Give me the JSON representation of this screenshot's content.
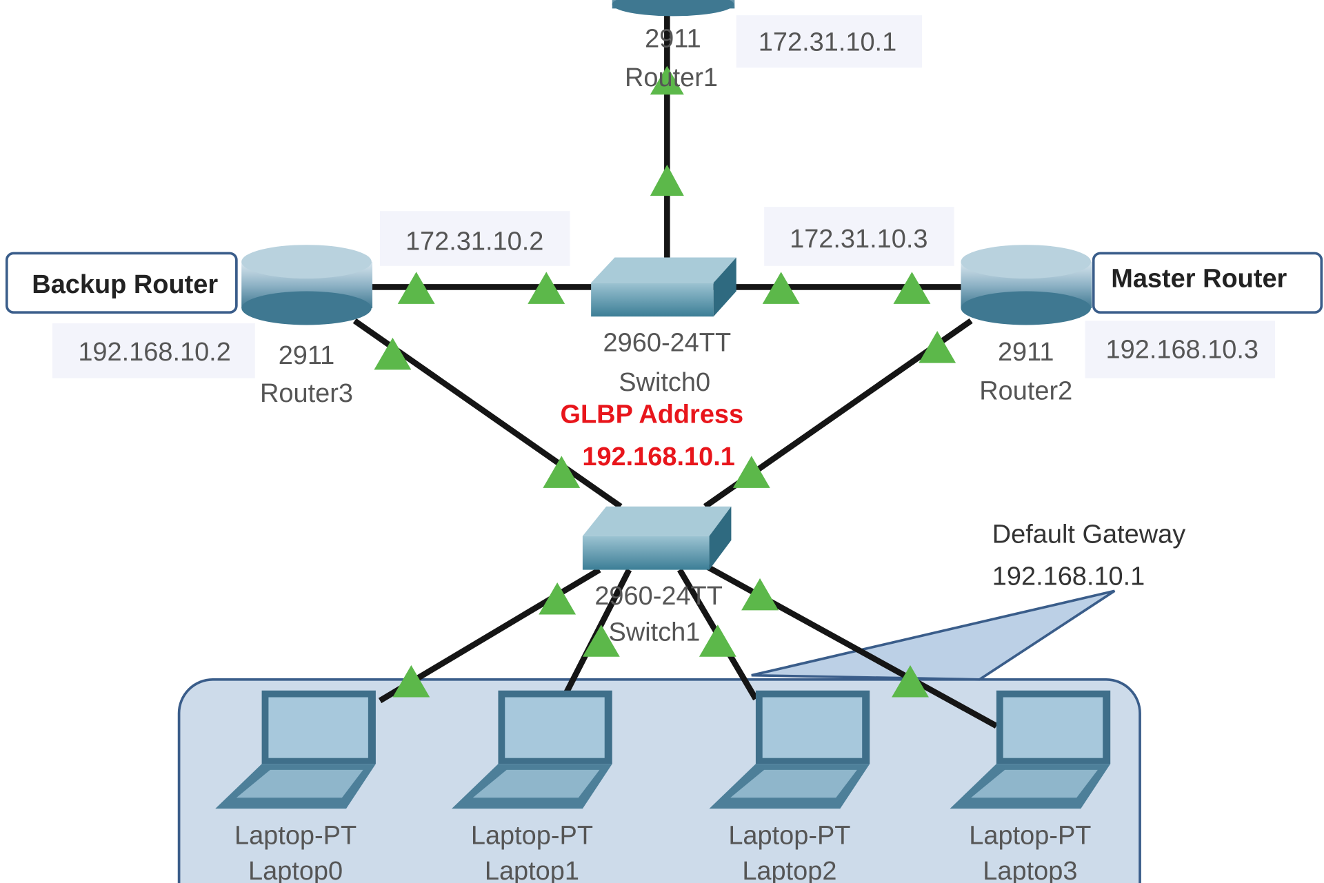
{
  "routers": [
    {
      "model": "2911",
      "name": "Router1",
      "ip": "172.31.10.1"
    },
    {
      "model": "2911",
      "name": "Router3",
      "ip": "192.168.10.2",
      "role": "Backup Router"
    },
    {
      "model": "2911",
      "name": "Router2",
      "ip": "192.168.10.3",
      "role": "Master Router"
    }
  ],
  "switches": [
    {
      "model": "2960-24TT",
      "name": "Switch0"
    },
    {
      "model": "2960-24TT",
      "name": "Switch1"
    }
  ],
  "link_ips": {
    "router3_side": "172.31.10.2",
    "router2_side": "172.31.10.3"
  },
  "glbp": {
    "title": "GLBP Address",
    "ip": "192.168.10.1"
  },
  "gateway": {
    "title": "Default Gateway",
    "ip": "192.168.10.1"
  },
  "laptops": [
    {
      "model": "Laptop-PT",
      "name": "Laptop0"
    },
    {
      "model": "Laptop-PT",
      "name": "Laptop1"
    },
    {
      "model": "Laptop-PT",
      "name": "Laptop2"
    },
    {
      "model": "Laptop-PT",
      "name": "Laptop3"
    }
  ],
  "colors": {
    "link_up": "#5cb84a",
    "glbp": "#e8151b",
    "group_fill": "#cddbea",
    "group_stroke": "#3a5d8a"
  }
}
